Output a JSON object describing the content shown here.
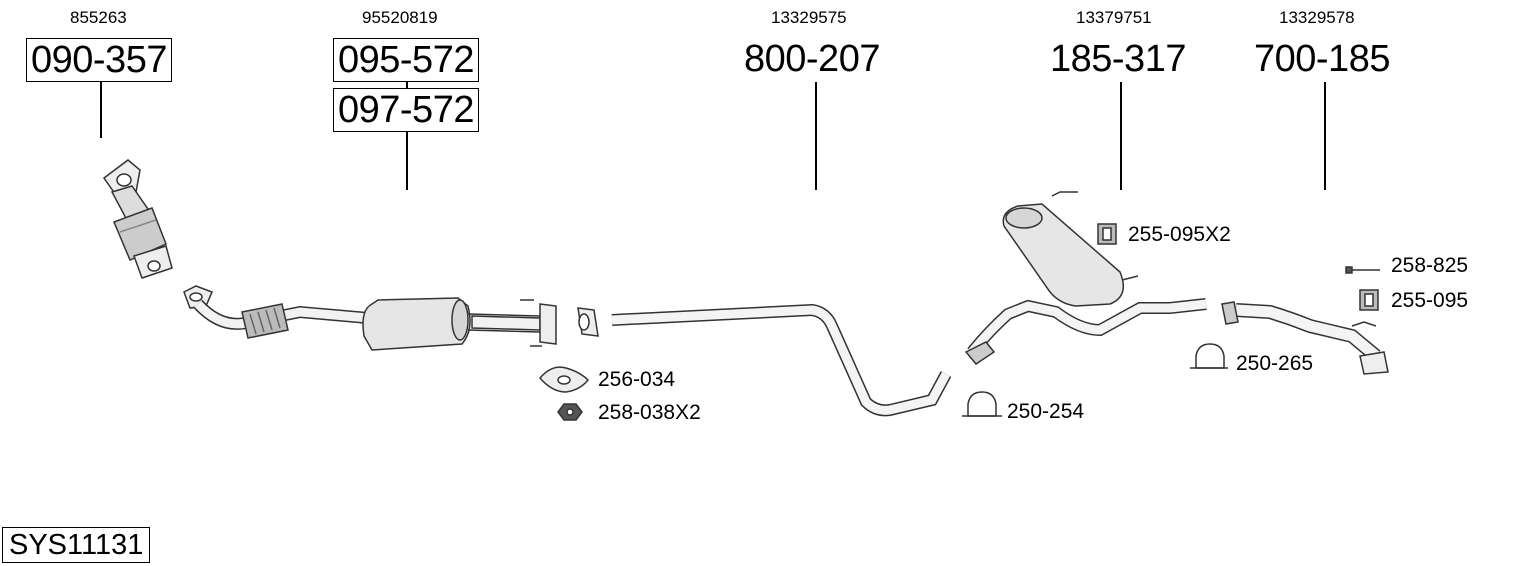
{
  "system_code": "SYS11131",
  "parts": [
    {
      "oem": "855263",
      "numbers": [
        "090-357"
      ]
    },
    {
      "oem": "95520819",
      "numbers": [
        "095-572",
        "097-572"
      ]
    },
    {
      "oem": "13329575",
      "numbers": [
        "800-207"
      ]
    },
    {
      "oem": "13379751",
      "numbers": [
        "185-317"
      ]
    },
    {
      "oem": "13329578",
      "numbers": [
        "700-185"
      ]
    }
  ],
  "accessories": [
    {
      "label": "256-034"
    },
    {
      "label": "258-038X2"
    },
    {
      "label": "250-254"
    },
    {
      "label": "255-095X2"
    },
    {
      "label": "250-265"
    },
    {
      "label": "258-825"
    },
    {
      "label": "255-095"
    }
  ]
}
